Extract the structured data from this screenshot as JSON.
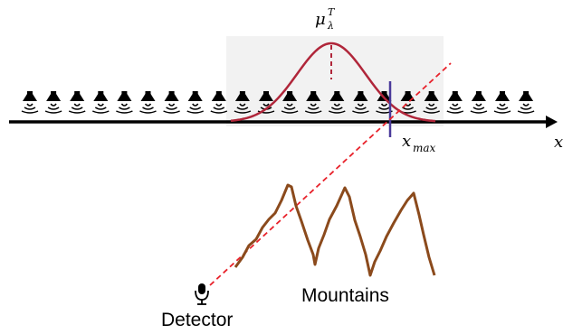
{
  "diagram": {
    "mean_symbol": "μ",
    "mean_superscript": "T",
    "mean_subscript": "λ",
    "xmax_symbol": "x",
    "xmax_subscript": "max",
    "axis_label": "x",
    "detector_label": "Detector",
    "mountains_label": "Mountains",
    "speaker_count": 22,
    "colors": {
      "axis": "#000000",
      "gaussian": "#b0263a",
      "ray": "#e8222b",
      "xmax_line": "#4a3a9a",
      "mountains": "#8b4a1c",
      "highlight_box": "#f2f2f2"
    }
  }
}
